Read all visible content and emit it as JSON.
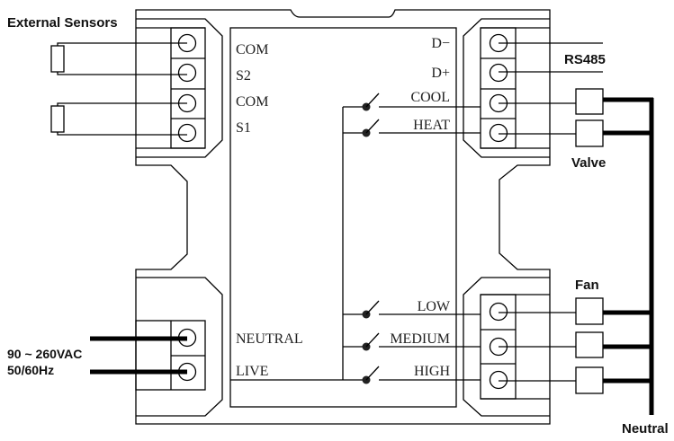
{
  "labels": {
    "external_sensors": "External Sensors",
    "rs485": "RS485",
    "valve": "Valve",
    "fan": "Fan",
    "neutral_bus": "Neutral",
    "supply_voltage": "90 ~ 260VAC",
    "supply_freq": "50/60Hz"
  },
  "terminals": {
    "sensor": [
      "COM",
      "S2",
      "COM",
      "S1"
    ],
    "comm_valve": [
      "D−",
      "D+",
      "COOL",
      "HEAT"
    ],
    "fan": [
      "LOW",
      "MEDIUM",
      "HIGH"
    ],
    "power": [
      "NEUTRAL",
      "LIVE"
    ]
  }
}
